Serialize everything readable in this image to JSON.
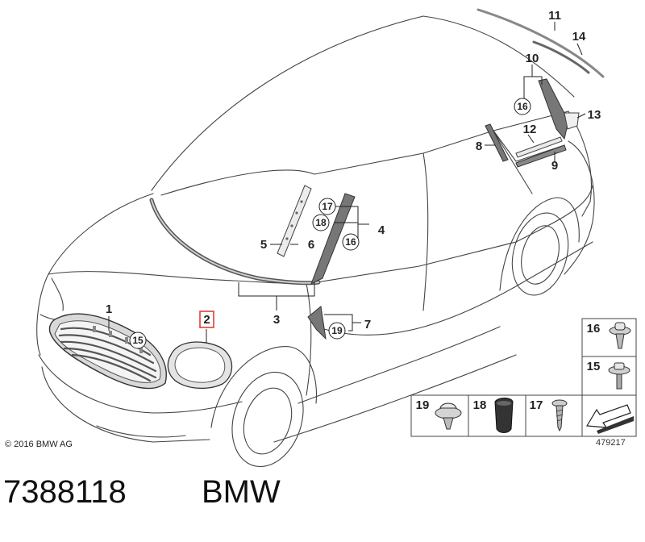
{
  "callouts": {
    "c1": "1",
    "c2": "2",
    "c3": "3",
    "c4": "4",
    "c5": "5",
    "c6": "6",
    "c7": "7",
    "c8": "8",
    "c9": "9",
    "c10": "10",
    "c11": "11",
    "c12": "12",
    "c13": "13",
    "c14": "14",
    "circ15": "15",
    "circ16a": "16",
    "circ16b": "16",
    "circ17": "17",
    "circ18": "18",
    "circ19": "19"
  },
  "legend": {
    "l16": "16",
    "l15": "15",
    "l19": "19",
    "l18": "18",
    "l17": "17"
  },
  "copyright": "© 2016 BMW AG",
  "diagram_ref": "479217",
  "part_number": "7388118",
  "brand": "BMW",
  "highlight_color": "#e0312b"
}
